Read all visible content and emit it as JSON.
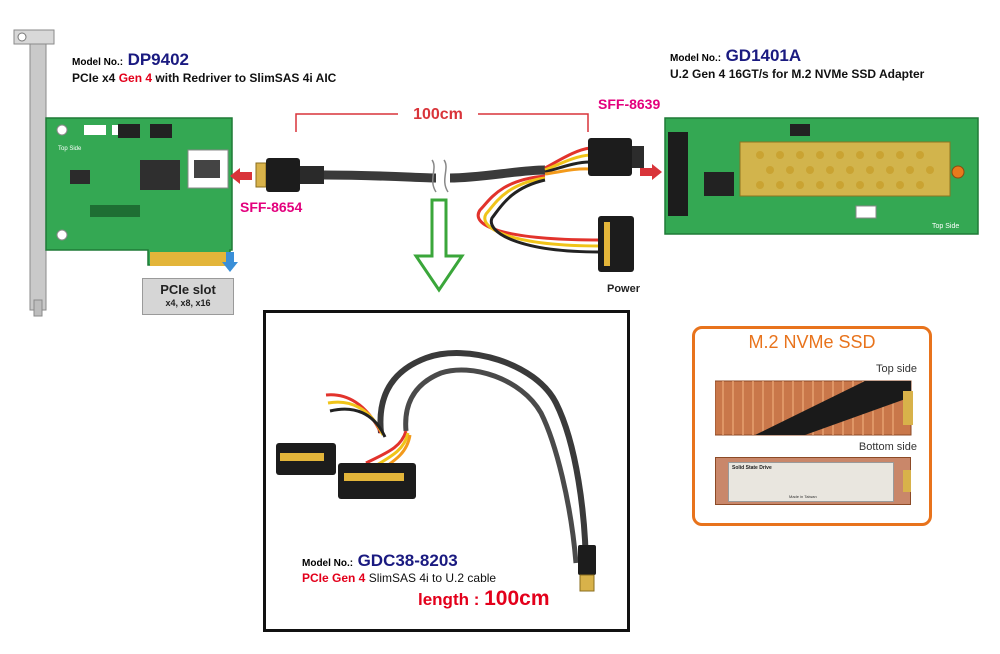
{
  "card": {
    "model_label": "Model No.:",
    "model_no": "DP9402",
    "desc_a": "PCIe x4 ",
    "desc_gen": "Gen 4",
    "desc_b": " with Redriver to SlimSAS 4i AIC",
    "silk_top": "Top Side",
    "slot_title": "PCIe slot",
    "slot_sizes": "x4, x8, x16"
  },
  "adapter": {
    "model_label": "Model No.:",
    "model_no": "GD1401A",
    "desc": "U.2 Gen 4 16GT/s for M.2 NVMe SSD Adapter",
    "silk_top": "Top Side"
  },
  "cable_diagram": {
    "length_label": "100cm",
    "connector_card": "SFF-8654",
    "connector_u2": "SFF-8639",
    "power_label": "Power"
  },
  "product": {
    "model_label": "Model No.:",
    "model_no": "GDC38-8203",
    "line_red": "PCIe Gen 4",
    "line_rest": " SlimSAS 4i to U.2 cable",
    "length_label": "length : ",
    "length_value": "100cm"
  },
  "ssd": {
    "title": "M.2 NVMe SSD",
    "top_label": "Top side",
    "bottom_label": "Bottom side",
    "sticker_title": "Solid State Drive",
    "made_in": "Made in Taiwan"
  },
  "colors": {
    "pcb": "#34a853",
    "accent_red": "#e3001b",
    "accent_pink": "#e3007d",
    "model_blue": "#1a1a80",
    "ssd_border": "#e8731c",
    "arrow_green": "#3aa63a"
  }
}
